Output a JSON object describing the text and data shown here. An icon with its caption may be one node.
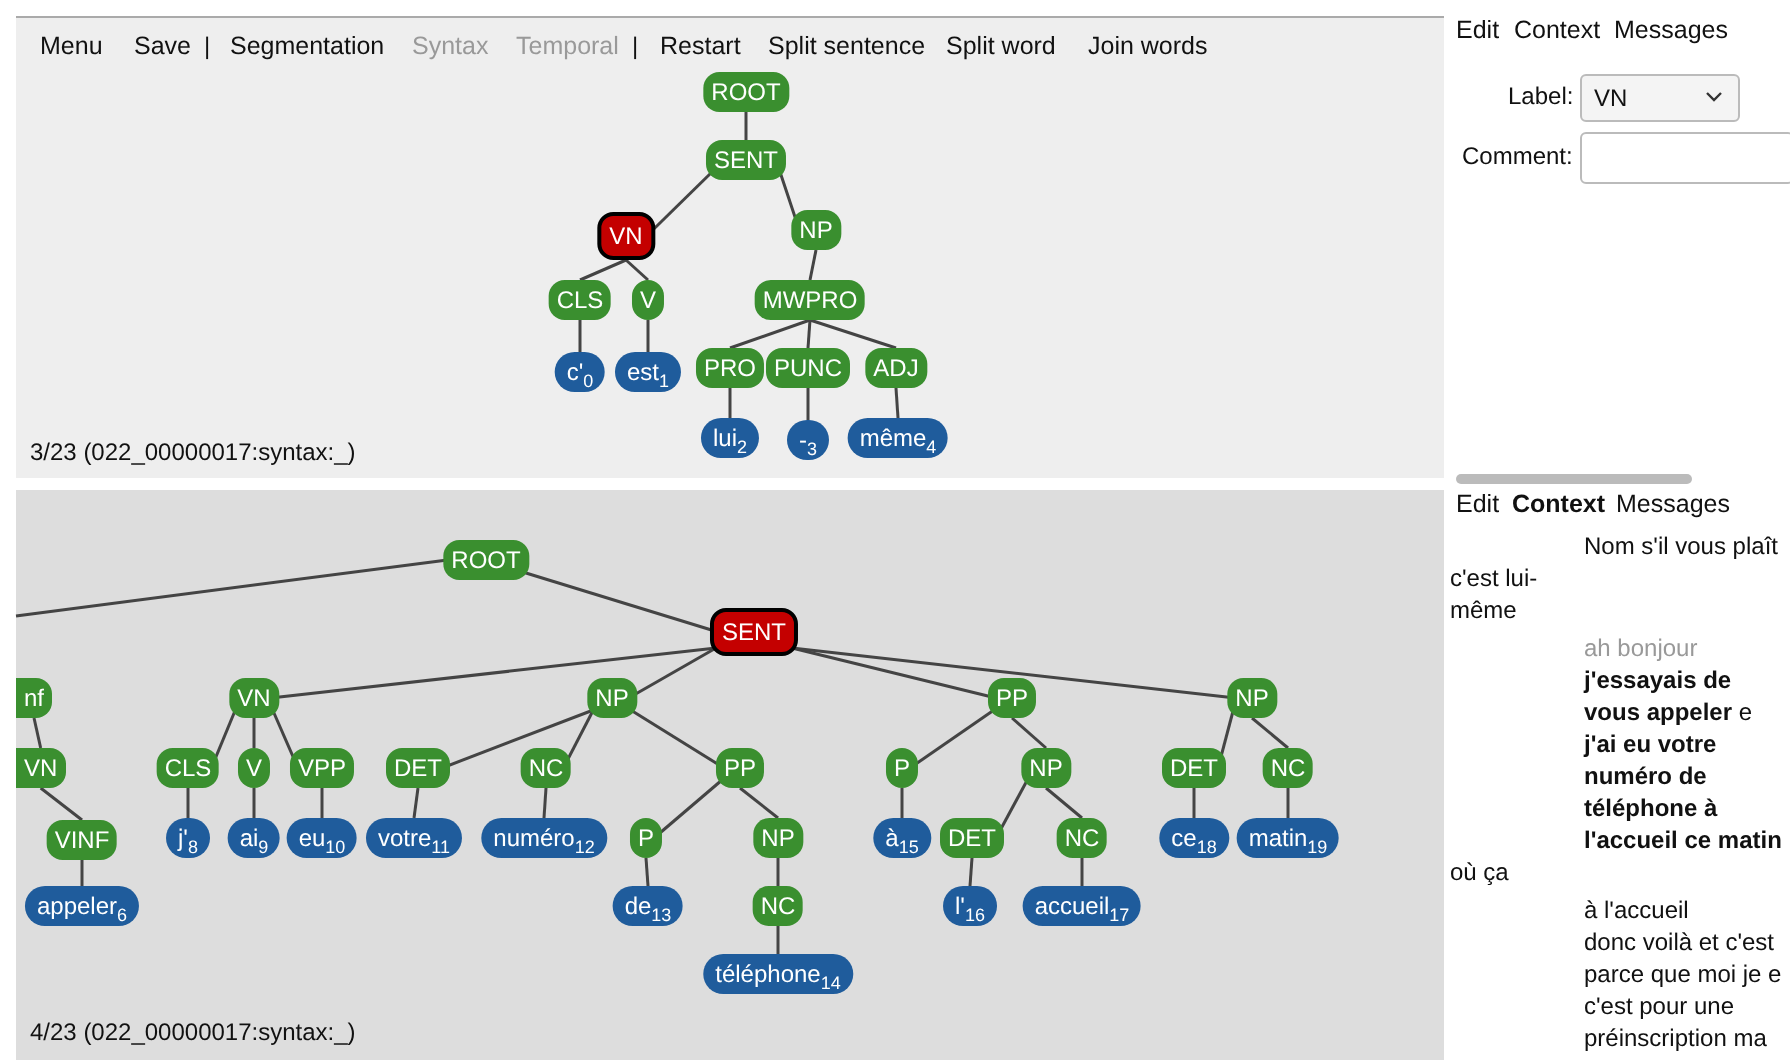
{
  "diagram": {
    "nodes": [
      {
        "text": [
          "ROOT"
        ]
      },
      {
        "text": [
          "SENT"
        ]
      },
      {
        "text": [
          "VN"
        ]
      },
      {
        "text": [
          "NP"
        ]
      },
      {
        "text": [
          "CLS"
        ]
      },
      {
        "text": [
          "V"
        ]
      },
      {
        "text": [
          "MWPRO"
        ]
      },
      {
        "text": [
          "c'$_{0}$"
        ]
      },
      {
        "text": [
          "est$_{1}$"
        ]
      },
      {
        "text": [
          "PRO"
        ]
      },
      {
        "text": [
          "PUNC"
        ]
      },
      {
        "text": [
          "ADJ"
        ]
      },
      {
        "text": [
          "lui$_{2}$"
        ]
      },
      {
        "text": [
          "-$_{3}$"
        ]
      },
      {
        "text": [
          "même$_{4}$"
        ]
      },
      {
        "text": [
          "ROOT"
        ]
      },
      {
        "text": [
          "SENT"
        ]
      },
      {
        "text": [
          "nf"
        ]
      },
      {
        "text": [
          "VN"
        ]
      },
      {
        "text": [
          "VINF"
        ]
      },
      {
        "text": [
          "appeler$_{6}$"
        ]
      },
      {
        "text": [
          "VN"
        ]
      },
      {
        "text": [
          "CLS"
        ]
      },
      {
        "text": [
          "V"
        ]
      },
      {
        "text": [
          "VPP"
        ]
      },
      {
        "text": [
          "j'$_{8}$"
        ]
      },
      {
        "text": [
          "ai$_{9}$"
        ]
      },
      {
        "text": [
          "eu$_{10}$"
        ]
      },
      {
        "text": [
          "NP"
        ]
      },
      {
        "text": [
          "DET"
        ]
      },
      {
        "text": [
          "NC"
        ]
      },
      {
        "text": [
          "PP"
        ]
      },
      {
        "text": [
          "votre$_{11}$"
        ]
      },
      {
        "text": [
          "numéro$_{12}$"
        ]
      },
      {
        "text": [
          "P"
        ]
      },
      {
        "text": [
          "NP"
        ]
      },
      {
        "text": [
          "de$_{13}$"
        ]
      },
      {
        "text": [
          "NC"
        ]
      },
      {
        "text": [
          "téléphone$_{14}$"
        ]
      },
      {
        "text": [
          "PP"
        ]
      },
      {
        "text": [
          "P"
        ]
      },
      {
        "text": [
          "NP"
        ]
      },
      {
        "text": [
          "à$_{15}$"
        ]
      },
      {
        "text": [
          "DET"
        ]
      },
      {
        "text": [
          "NC"
        ]
      },
      {
        "text": [
          "l'$_{16}$"
        ]
      },
      {
        "text": [
          "accueil$_{17}$"
        ]
      },
      {
        "text": [
          "NP"
        ]
      },
      {
        "text": [
          "DET"
        ]
      },
      {
        "text": [
          "NC"
        ]
      },
      {
        "text": [
          "ce$_{18}$"
        ]
      },
      {
        "text": [
          "matin$_{19}$"
        ]
      }
    ],
    "edges": [
      {
        "from": 0,
        "to": 1,
        "arrow": "none"
      },
      {
        "from": 1,
        "to": 2,
        "arrow": "none"
      },
      {
        "from": 1,
        "to": 3,
        "arrow": "none"
      },
      {
        "from": 2,
        "to": 4,
        "arrow": "none"
      },
      {
        "from": 2,
        "to": 5,
        "arrow": "none"
      },
      {
        "from": 3,
        "to": 6,
        "arrow": "none"
      },
      {
        "from": 4,
        "to": 7,
        "arrow": "none"
      },
      {
        "from": 5,
        "to": 8,
        "arrow": "none"
      },
      {
        "from": 6,
        "to": 9,
        "arrow": "none"
      },
      {
        "from": 6,
        "to": 10,
        "arrow": "none"
      },
      {
        "from": 6,
        "to": 11,
        "arrow": "none"
      },
      {
        "from": 9,
        "to": 12,
        "arrow": "none"
      },
      {
        "from": 10,
        "to": 13,
        "arrow": "none"
      },
      {
        "from": 11,
        "to": 14,
        "arrow": "none"
      },
      {
        "from": 15,
        "to": null,
        "arrow": "none"
      },
      {
        "from": 15,
        "to": 16,
        "arrow": "none"
      },
      {
        "from": 16,
        "to": 21,
        "arrow": "none"
      },
      {
        "from": 16,
        "to": 28,
        "arrow": "none"
      },
      {
        "from": 16,
        "to": 39,
        "arrow": "none"
      },
      {
        "from": 16,
        "to": 47,
        "arrow": "none"
      },
      {
        "from": 17,
        "to": 18,
        "arrow": "none"
      },
      {
        "from": 18,
        "to": 19,
        "arrow": "none"
      },
      {
        "from": 19,
        "to": 20,
        "arrow": "none"
      },
      {
        "from": 21,
        "to": 22,
        "arrow": "none"
      },
      {
        "from": 21,
        "to": 23,
        "arrow": "none"
      },
      {
        "from": 21,
        "to": 24,
        "arrow": "none"
      },
      {
        "from": 22,
        "to": 25,
        "arrow": "none"
      },
      {
        "from": 23,
        "to": 26,
        "arrow": "none"
      },
      {
        "from": 24,
        "to": 27,
        "arrow": "none"
      },
      {
        "from": 28,
        "to": 29,
        "arrow": "none"
      },
      {
        "from": 28,
        "to": 30,
        "arrow": "none"
      },
      {
        "from": 28,
        "to": 31,
        "arrow": "none"
      },
      {
        "from": 29,
        "to": 32,
        "arrow": "none"
      },
      {
        "from": 30,
        "to": 33,
        "arrow": "none"
      },
      {
        "from": 31,
        "to": 34,
        "arrow": "none"
      },
      {
        "from": 31,
        "to": 35,
        "arrow": "none"
      },
      {
        "from": 34,
        "to": 36,
        "arrow": "none"
      },
      {
        "from": 35,
        "to": 37,
        "arrow": "none"
      },
      {
        "from": 37,
        "to": 38,
        "arrow": "none"
      },
      {
        "from": 39,
        "to": 40,
        "arrow": "none"
      },
      {
        "from": 39,
        "to": 41,
        "arrow": "none"
      },
      {
        "from": 40,
        "to": 42,
        "arrow": "none"
      },
      {
        "from": 41,
        "to": 43,
        "arrow": "none"
      },
      {
        "from": 41,
        "to": 44,
        "arrow": "none"
      },
      {
        "from": 43,
        "to": 45,
        "arrow": "none"
      },
      {
        "from": 44,
        "to": 46,
        "arrow": "none"
      },
      {
        "from": 47,
        "to": 48,
        "arrow": "none"
      },
      {
        "from": 47,
        "to": 49,
        "arrow": "none"
      },
      {
        "from": 48,
        "to": 50,
        "arrow": "none"
      },
      {
        "from": 49,
        "to": 51,
        "arrow": "none"
      }
    ],
    "labels": [
      "Menu",
      "Save",
      "|",
      "Segmentation",
      "Syntax",
      "Temporal",
      "|",
      "Restart",
      "Split sentence",
      "Split word",
      "Join words",
      "3/23 (022_00000017:syntax:_)",
      "Edit",
      "Context",
      "Messages",
      "Label:",
      "VN",
      "Comment:",
      "4/23 (022_00000017:syntax:_)",
      "Edit",
      "Context",
      "Messages",
      "Nom s'il vous plaît",
      "c'est lui-même",
      "ah bonjour",
      "**j'essayais de vous appeler** e **j'ai eu votre numéro de téléphone à l'accueil ce matin**",
      "où ça",
      "à l'accueil",
      "donc voilà et c'est parce que moi je e c'est pour une préinscription ma"
    ]
  }
}
